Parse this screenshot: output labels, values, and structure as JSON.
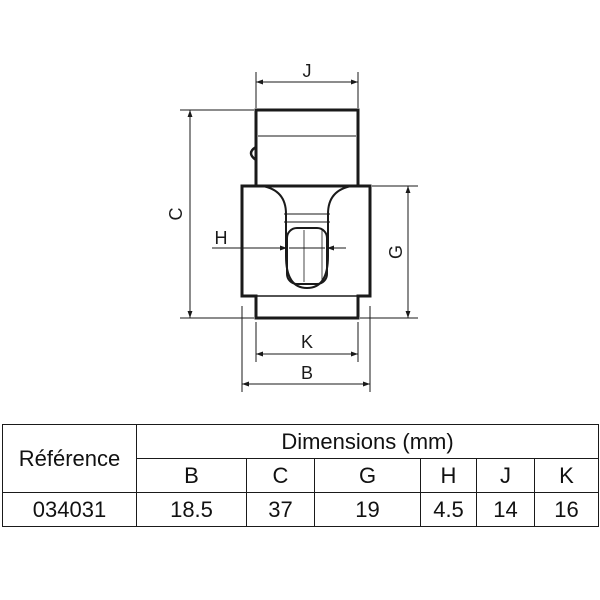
{
  "drawing": {
    "labels": {
      "j": "J",
      "c": "C",
      "h": "H",
      "g": "G",
      "k": "K",
      "b": "B"
    }
  },
  "table": {
    "reference_header": "Référence",
    "dimensions_header": "Dimensions (mm)",
    "columns": [
      "B",
      "C",
      "G",
      "H",
      "J",
      "K"
    ],
    "rows": [
      {
        "reference": "034031",
        "values": [
          "18.5",
          "37",
          "19",
          "4.5",
          "14",
          "16"
        ]
      }
    ]
  }
}
